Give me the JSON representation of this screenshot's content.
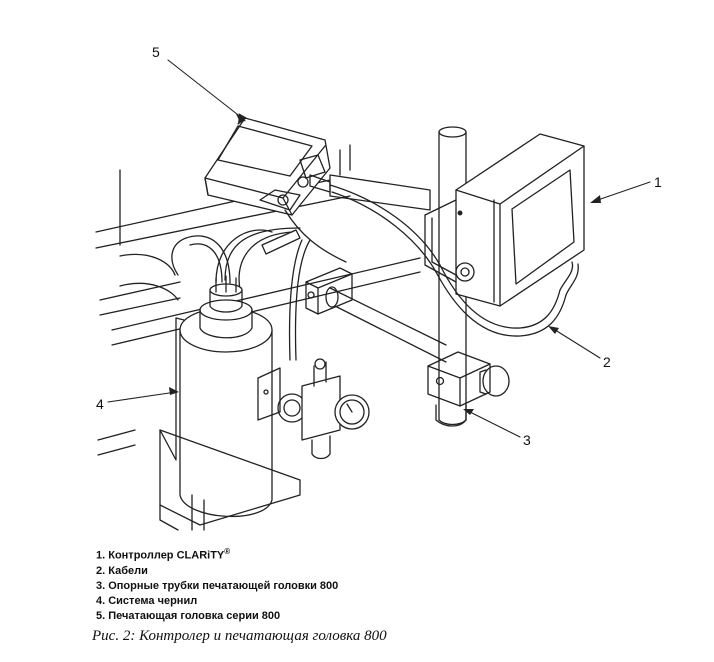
{
  "callouts": {
    "c1": "1",
    "c2": "2",
    "c3": "3",
    "c4": "4",
    "c5": "5"
  },
  "legend": {
    "item1_text": "1. Контроллер CLARiTY",
    "item1_mark": "®",
    "item2": "2. Кабели",
    "item3": "3. Опорные трубки печатающей головки 800",
    "item4": "4. Система чернил",
    "item5": "5. Печатающая головка серии 800"
  },
  "caption": "Рис. 2: Контролер и печатающая головка 800"
}
